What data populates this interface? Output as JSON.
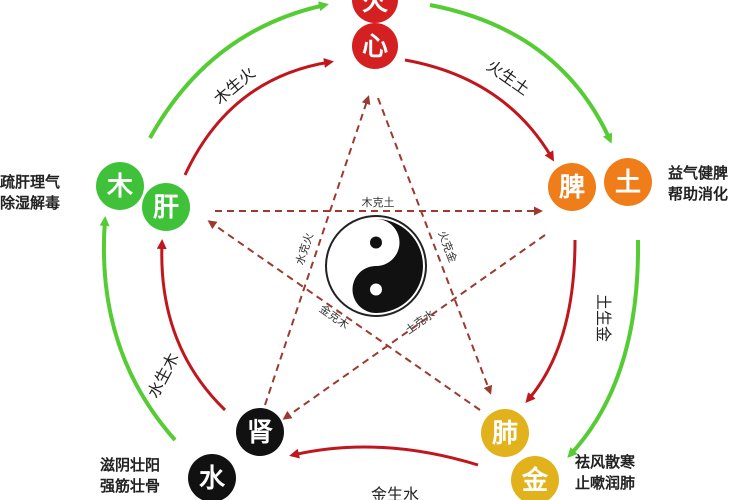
{
  "nodes": {
    "fire_element": "火",
    "heart": "心",
    "spleen": "脾",
    "earth": "土",
    "lung": "肺",
    "metal": "金",
    "kidney": "肾",
    "water": "水",
    "liver": "肝",
    "wood": "木"
  },
  "generating": {
    "wood_to_fire": "木生火",
    "fire_to_earth": "火生土",
    "earth_to_metal": "土生金",
    "metal_to_water": "金生水",
    "water_to_wood": "水生木"
  },
  "controlling": {
    "wood_over_earth": "木克土",
    "fire_over_metal": "火克金",
    "earth_over_water": "土克水",
    "water_over_fire": "水克火",
    "metal_over_wood": "金克木"
  },
  "notes": {
    "liver_1": "疏肝理气",
    "liver_2": "除湿解毒",
    "spleen_1": "益气健脾",
    "spleen_2": "帮助消化",
    "lung_1": "祛风散寒",
    "lung_2": "止嗽润肺",
    "kidney_1": "滋阴壮阳",
    "kidney_2": "强筋壮骨"
  },
  "colors": {
    "fire": "#d42020",
    "earth": "#ef7d1a",
    "metal": "#e1b21c",
    "water": "#111111",
    "wood": "#3fc23a",
    "outer_arrow": "#55cc33",
    "inner_arrow": "#c0171e",
    "star_line": "#9b3a2e"
  },
  "icons": {
    "center": "yin-yang-icon"
  }
}
